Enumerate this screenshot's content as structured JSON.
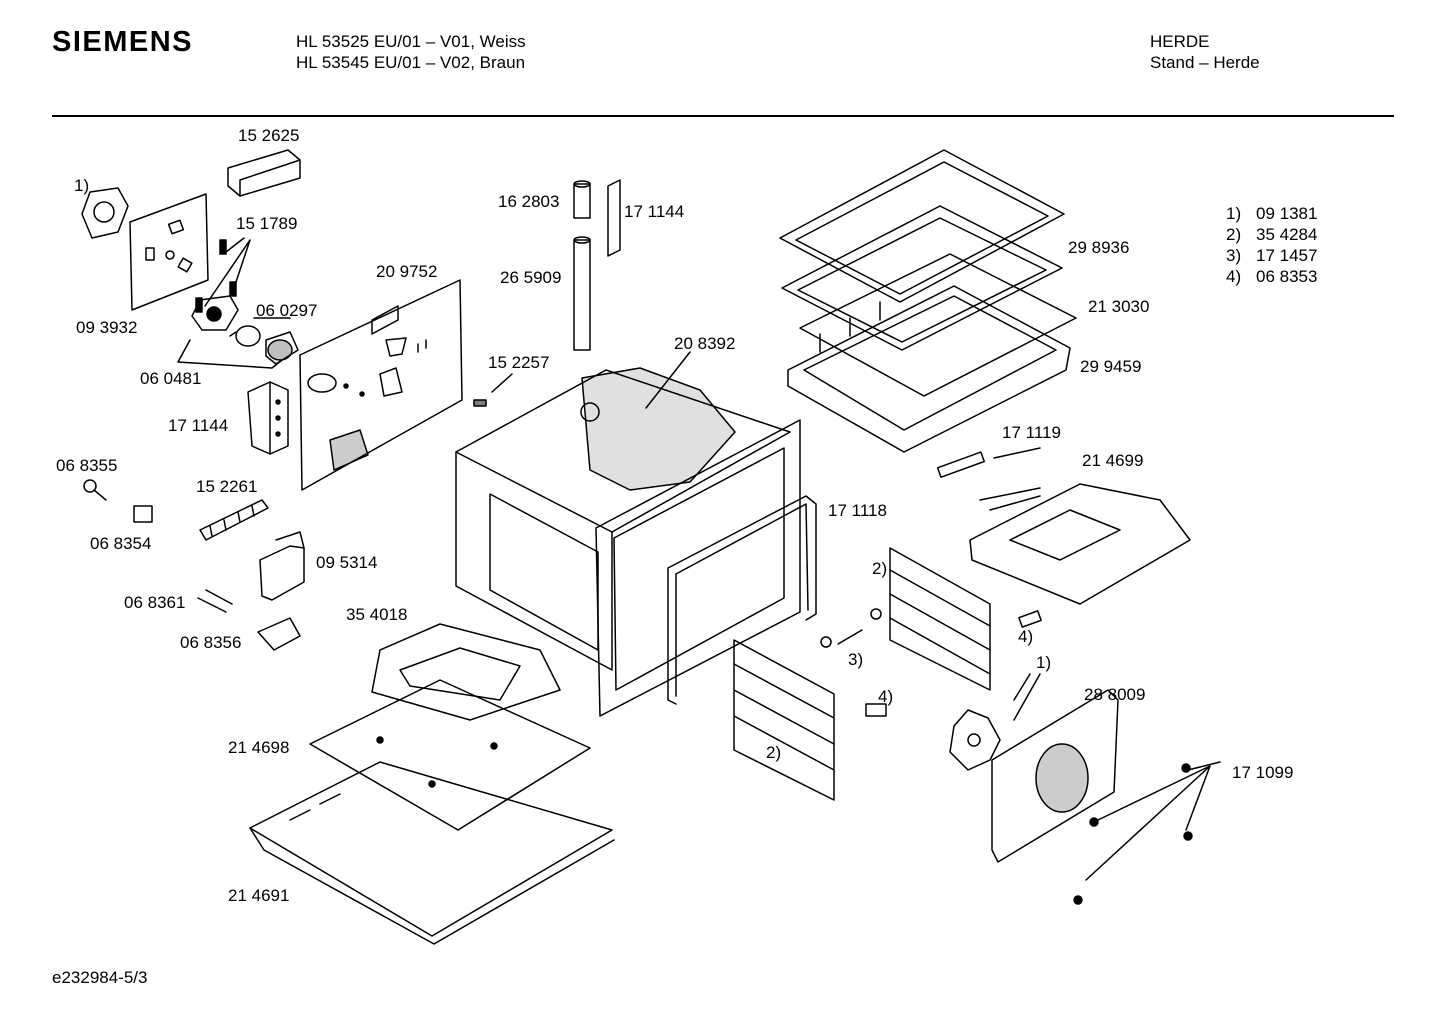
{
  "header": {
    "brand": "SIEMENS",
    "model_line_1": "HL 53525 EU/01 – V01, Weiss",
    "model_line_2": "HL 53545 EU/01 – V02, Braun",
    "category_1": "HERDE",
    "category_2": "Stand – Herde"
  },
  "footer": {
    "drawing_id": "e232984-5/3"
  },
  "legend": [
    {
      "key": "1)",
      "value": "09 1381"
    },
    {
      "key": "2)",
      "value": "35 4284"
    },
    {
      "key": "3)",
      "value": "17 1457"
    },
    {
      "key": "4)",
      "value": "06 8353"
    }
  ],
  "parts": {
    "p152625": "15 2625",
    "ref1_top": "1)",
    "p151789": "15 1789",
    "p093932": "09 3932",
    "p209752": "20 9752",
    "p060297": "06 0297",
    "p060481": "06 0481",
    "p171144_left": "17 1144",
    "p068355": "06 8355",
    "p152261": "15 2261",
    "p068354": "06 8354",
    "p095314": "09 5314",
    "p068361": "06 8361",
    "p068356": "06 8356",
    "p354018": "35 4018",
    "p214698": "21 4698",
    "p214691": "21 4691",
    "p162803": "16 2803",
    "p171144_top": "17 1144",
    "p265909": "26 5909",
    "p152257": "15 2257",
    "p208392": "20 8392",
    "p298936": "29 8936",
    "p213030": "21 3030",
    "p299459": "29 9459",
    "p171119": "17 1119",
    "p214699": "21 4699",
    "p171118": "17 1118",
    "ref2_right": "2)",
    "ref4_right": "4)",
    "ref1_right": "1)",
    "ref3": "3)",
    "ref4_mid": "4)",
    "ref2_bottom": "2)",
    "p288009": "28 8009",
    "p171099": "17 1099"
  }
}
